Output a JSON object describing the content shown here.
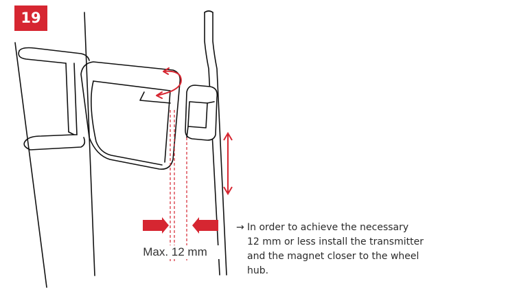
{
  "step": {
    "number": "19",
    "color": "#d62631"
  },
  "measurement": {
    "label": "Max. 12 mm"
  },
  "instruction": {
    "arrow": "→",
    "lines": [
      "In order to achieve the necessary",
      "12 mm or less install the transmitter",
      "and the magnet closer to the wheel",
      "hub."
    ]
  },
  "colors": {
    "accent": "#d62631",
    "line": "#111111"
  },
  "icons": [
    "rotate-arrow-icon",
    "vertical-double-arrow-icon",
    "push-arrow-right-icon",
    "push-arrow-left-icon"
  ]
}
